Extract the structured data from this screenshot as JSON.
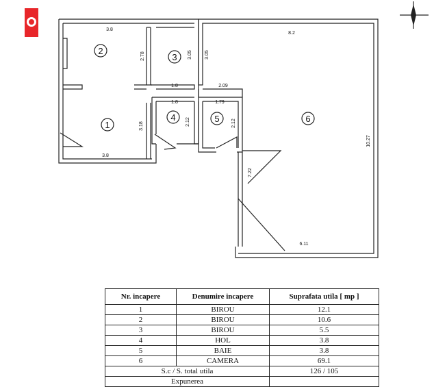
{
  "plan": {
    "rooms": [
      {
        "number": "1"
      },
      {
        "number": "2"
      },
      {
        "number": "3"
      },
      {
        "number": "4"
      },
      {
        "number": "5"
      },
      {
        "number": "6"
      }
    ],
    "dimensions": {
      "room2_top": "3.8",
      "room2_height": "2.78",
      "room1_height": "3.18",
      "room1_bottom": "3.8",
      "room3_height": "3.05",
      "room3_bottom": "1.8",
      "room4_top": "1.8",
      "room4_height": "2.12",
      "corridor_height": "3.05",
      "corridor_bottom": "2.09",
      "room5_top": "1.79",
      "room5_height": "2.12",
      "room6_top": "8.2",
      "room6_height": "10.27",
      "room6_left_height": "7.22",
      "room6_bottom": "6.11"
    }
  },
  "table": {
    "headers": [
      "Nr. incapere",
      "Denumire incapere",
      "Suprafata utila [ mp ]"
    ],
    "rows": [
      [
        "1",
        "BIROU",
        "12.1"
      ],
      [
        "2",
        "BIROU",
        "10.6"
      ],
      [
        "3",
        "BIROU",
        "5.5"
      ],
      [
        "4",
        "HOL",
        "3.8"
      ],
      [
        "5",
        "BAIE",
        "3.8"
      ],
      [
        "6",
        "CAMERA",
        "69.1"
      ]
    ],
    "total_label": "S.c / S. total utila",
    "total_value": "126 / 105",
    "cut_row_label": "Expunerea"
  }
}
